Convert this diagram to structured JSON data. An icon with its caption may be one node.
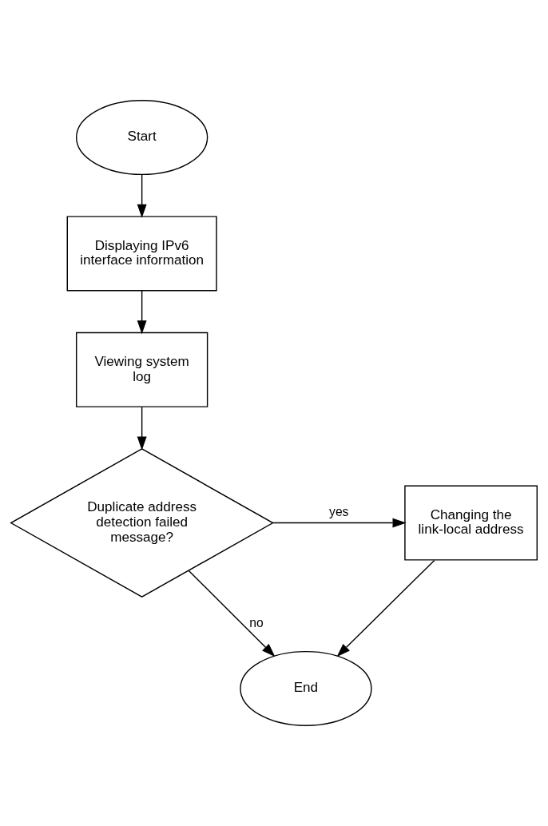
{
  "diagram": {
    "nodes": [
      {
        "text": [
          "Start"
        ]
      },
      {
        "text": [
          "Displaying IPv6 interface information"
        ]
      },
      {
        "text": [
          "Viewing system log"
        ]
      },
      {
        "text": [
          "Duplicate address detection failed message?"
        ]
      },
      {
        "text": [
          "Changing the link-local address"
        ]
      },
      {
        "text": [
          "End"
        ]
      }
    ],
    "edges": [
      {
        "from": 0,
        "to": 1,
        "arrow": "to"
      },
      {
        "from": 1,
        "to": 2,
        "arrow": "to"
      },
      {
        "from": 2,
        "to": 3,
        "arrow": "to"
      },
      {
        "from": 3,
        "to": 4,
        "arrow": "to",
        "label": "yes"
      },
      {
        "from": 3,
        "to": 5,
        "arrow": "to",
        "label": "no"
      },
      {
        "from": 4,
        "to": 5,
        "arrow": "to"
      }
    ]
  }
}
